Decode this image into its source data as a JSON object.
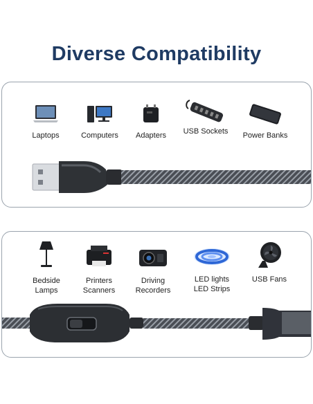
{
  "title": "Diverse Compatibility",
  "top_devices": [
    {
      "label": "Laptops",
      "icon": "laptop-icon"
    },
    {
      "label": "Computers",
      "icon": "computer-icon"
    },
    {
      "label": "Adapters",
      "icon": "adapter-icon"
    },
    {
      "label": "USB Sockets",
      "icon": "usb-socket-icon"
    },
    {
      "label": "Power Banks",
      "icon": "power-bank-icon"
    }
  ],
  "bottom_devices": [
    {
      "label1": "Bedside",
      "label2": "Lamps",
      "icon": "lamp-icon"
    },
    {
      "label1": "Printers",
      "label2": "Scanners",
      "icon": "printer-icon"
    },
    {
      "label1": "Driving",
      "label2": "Recorders",
      "icon": "dashcam-icon"
    },
    {
      "label1": "LED lights",
      "label2": "LED Strips",
      "icon": "led-strip-icon"
    },
    {
      "label1": "USB Fans",
      "label2": "",
      "icon": "fan-icon"
    }
  ],
  "colors": {
    "title": "#1f3b63",
    "border": "#9aa3ad",
    "cable_dark": "#3a3d42",
    "cable_light": "#8a8f96"
  }
}
